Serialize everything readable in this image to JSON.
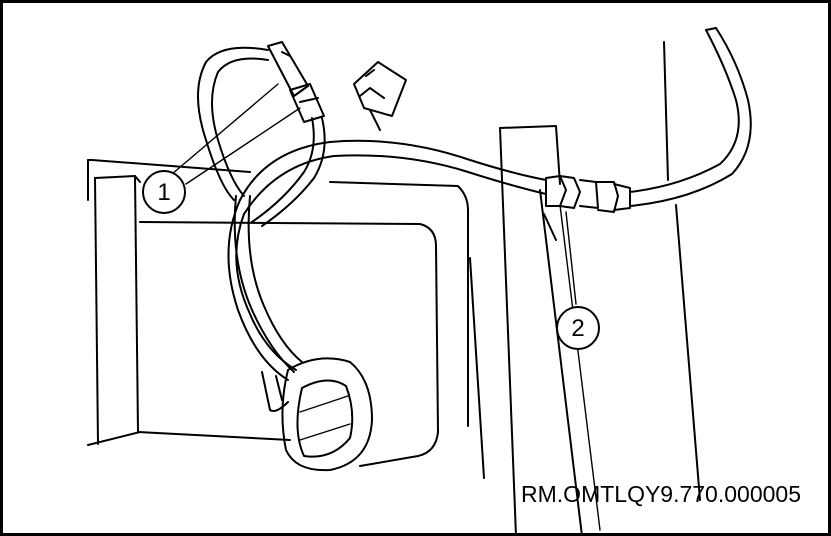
{
  "diagram": {
    "callouts": [
      {
        "label": "1",
        "target": "harness-connector"
      },
      {
        "label": "2",
        "target": "brake-line-fitting"
      }
    ],
    "reference_code": "RM.OMTLQY9.770.000005",
    "colors": {
      "line": "#000000",
      "background": "#ffffff"
    }
  }
}
